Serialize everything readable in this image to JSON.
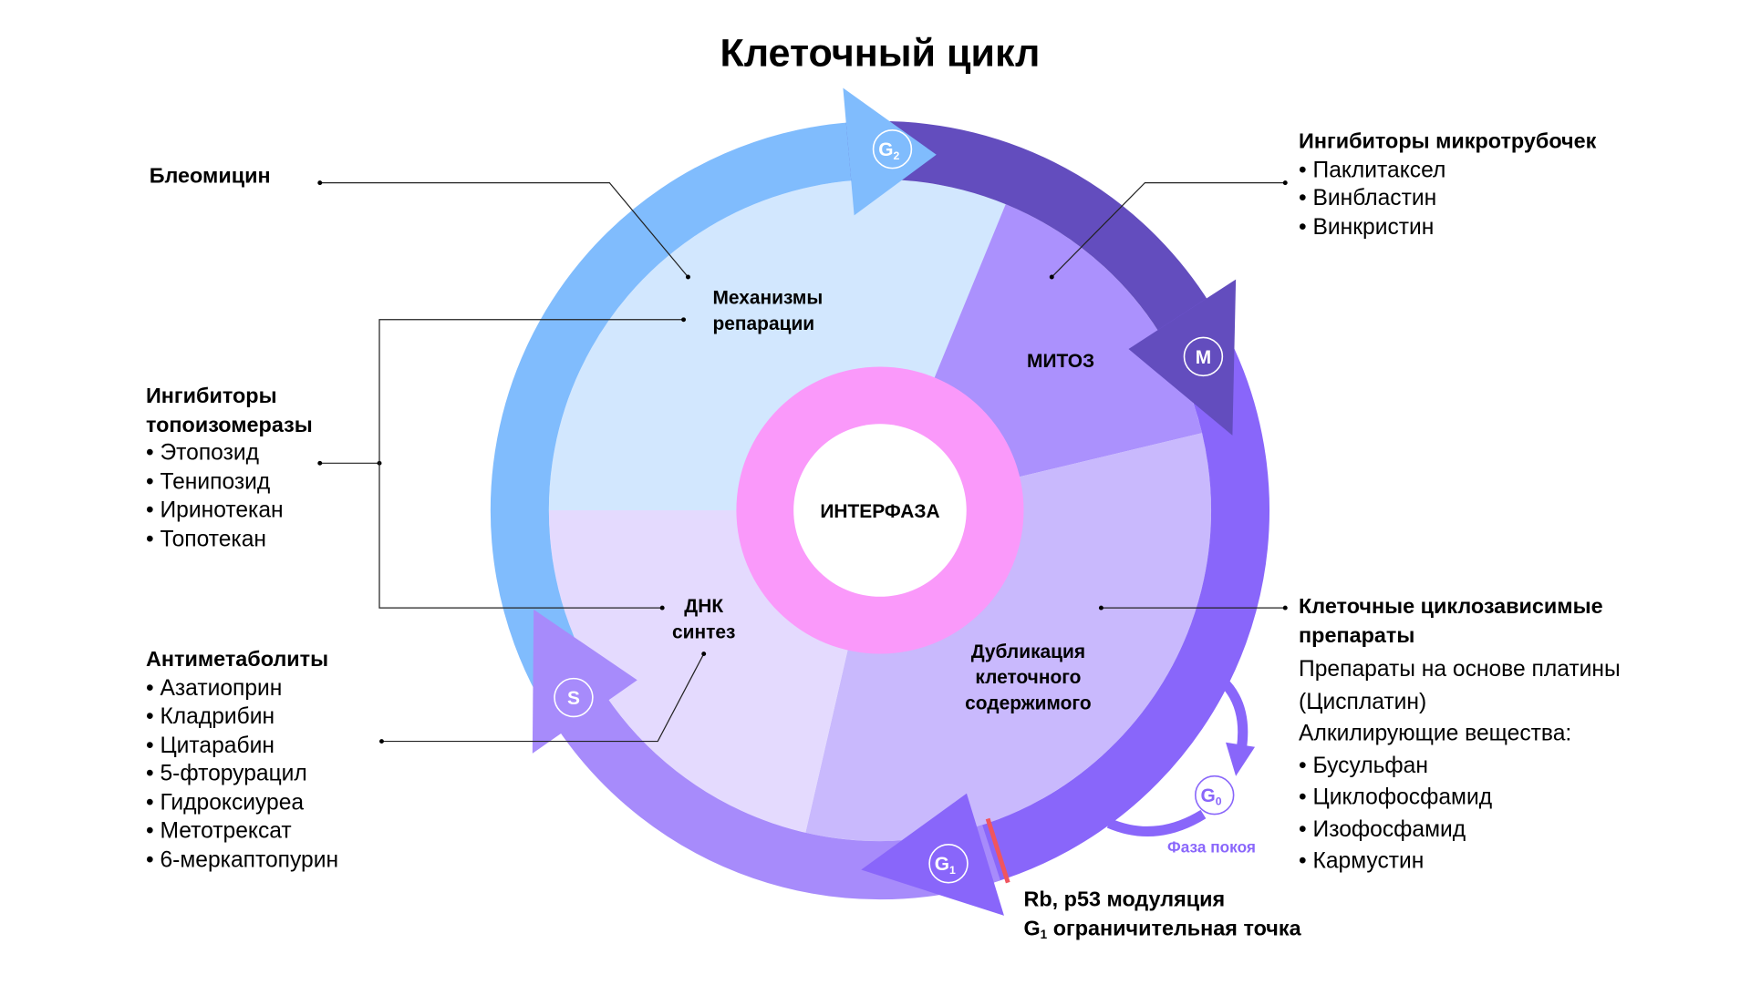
{
  "title": "Клеточный цикл",
  "center_label": "ИНТЕРФАЗА",
  "phases": {
    "repair": [
      "Механизмы",
      "репарации"
    ],
    "mitosis": "МИТОЗ",
    "duplication": [
      "Дубликация",
      "клеточного",
      "содержимого"
    ],
    "dna": [
      "ДНК",
      "синтез"
    ]
  },
  "markers": {
    "g2": {
      "letter": "G",
      "sub": "2"
    },
    "m": {
      "letter": "M"
    },
    "g1": {
      "letter": "G",
      "sub": "1"
    },
    "s": {
      "letter": "S"
    },
    "g0": {
      "letter": "G",
      "sub": "0"
    }
  },
  "rest_phase": "Фаза покоя",
  "checkpoint": {
    "line1": "Rb, p53 модуляция",
    "line2_letter": "G",
    "line2_sub": "1",
    "line2_rest": " ограничительная точка"
  },
  "bleomycin": "Блеомицин",
  "topo": {
    "heading": [
      "Ингибиторы",
      "топоизомеразы"
    ],
    "items": [
      "Этопозид",
      "Тенипозид",
      "Иринотекан",
      "Топотекан"
    ]
  },
  "antimetabolites": {
    "heading": "Антиметаболиты",
    "items": [
      "Азатиоприн",
      "Кладрибин",
      "Цитарабин",
      "5-фторурацил",
      "Гидроксиуреа",
      "Метотрексат",
      "6-меркаптопурин"
    ]
  },
  "microtubule": {
    "heading": "Ингибиторы микротрубочек",
    "items": [
      "Паклитаксел",
      "Винбластин",
      "Винкристин"
    ]
  },
  "cycle_dependent": {
    "heading": [
      "Клеточные циклозависимые",
      "препараты"
    ],
    "platinum": [
      "Препараты на основе платины",
      "(Цисплатин)"
    ],
    "alkylating": "Алкилирующие вещества:",
    "items": [
      "Бусульфан",
      "Циклофосфамид",
      "Изофосфамид",
      "Кармустин"
    ]
  },
  "colors": {
    "repair": "#D2E7FE",
    "mitosis": "#AB91FD",
    "duplication": "#C9B9FD",
    "dna": "#E4DAFE",
    "interphase": "#FA99FA",
    "g2": "#80BCFD",
    "m": "#634DBE",
    "g1": "#8966FA",
    "s": "#A78BFB",
    "checkpoint": "#F0555F"
  }
}
